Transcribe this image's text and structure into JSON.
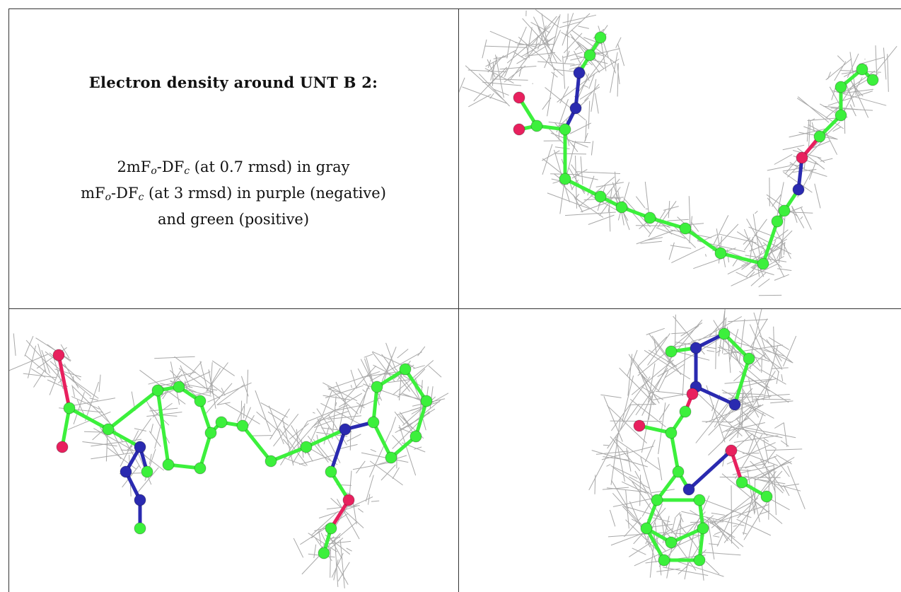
{
  "caption": {
    "title": "Electron density around UNT B 2:",
    "line1": {
      "a": "2mF",
      "sub1": "o",
      "b": "-DF",
      "sub2": "c",
      "rest": " (at 0.7 rmsd) in gray"
    },
    "line2": {
      "a": "mF",
      "sub1": "o",
      "b": "-DF",
      "sub2": "c",
      "rest": " (at 3 rmsd) in purple (negative)"
    },
    "line3": "and green (positive)"
  },
  "colors": {
    "mesh": "#9a9a9a",
    "carbon": "#3cf03c",
    "nitrogen": "#2a2ab0",
    "oxygen": "#e8205e",
    "border": "#333333"
  }
}
